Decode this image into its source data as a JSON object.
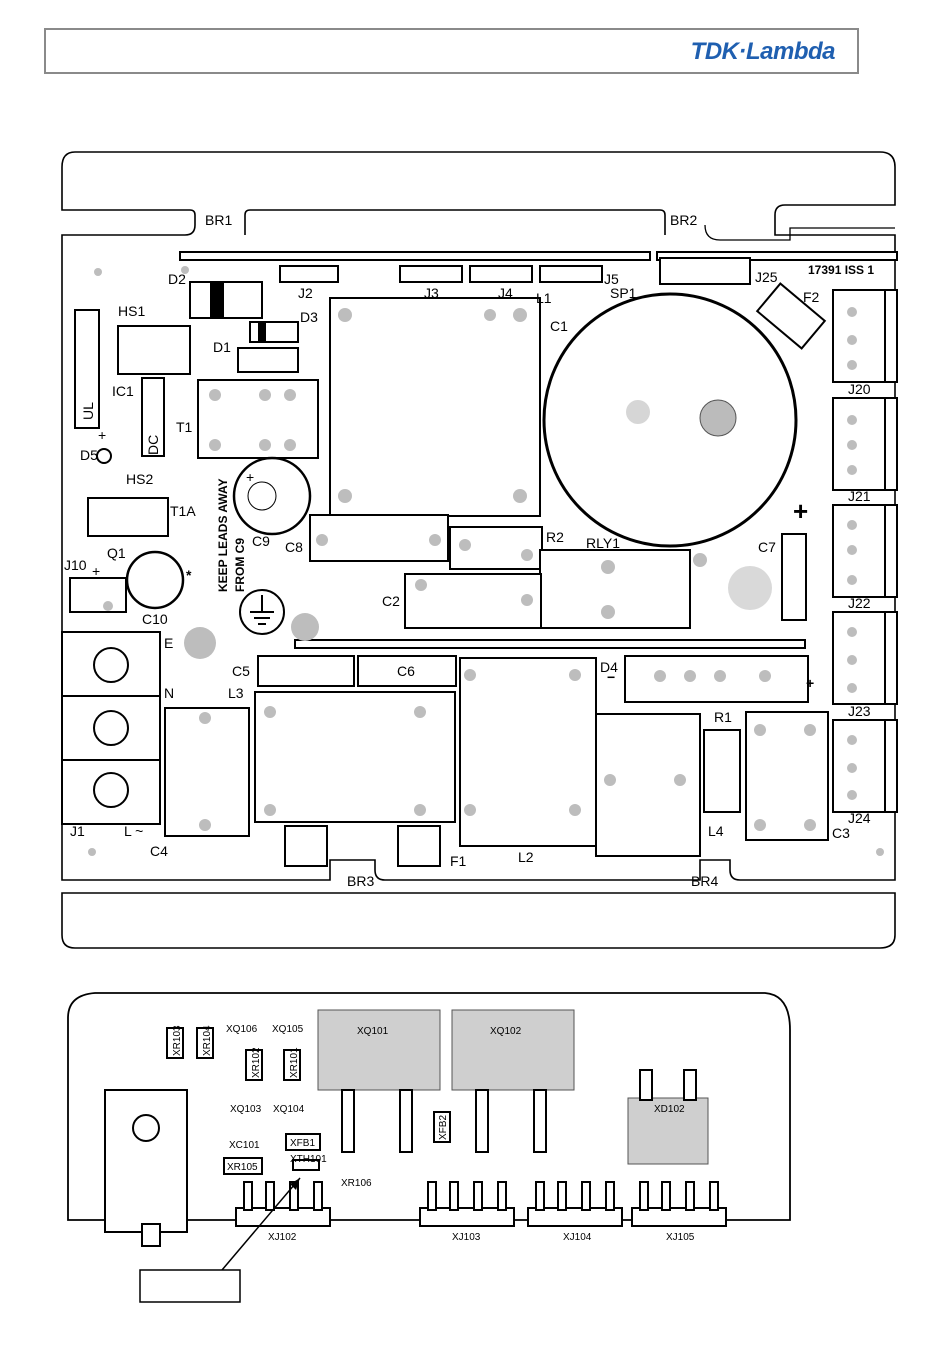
{
  "header": {
    "logo": "TDK·Lambda"
  },
  "top_board": {
    "labels": {
      "br1": "BR1",
      "br2": "BR2",
      "br3": "BR3",
      "br4": "BR4",
      "d2": "D2",
      "j2": "J2",
      "j3": "J3",
      "j4": "J4",
      "l1": "L1",
      "j5": "J5",
      "sp1": "SP1",
      "j25": "J25",
      "board_id": "17391 ISS 1",
      "f2": "F2",
      "hs1": "HS1",
      "d3": "D3",
      "d1": "D1",
      "c1": "C1",
      "ic1": "IC1",
      "ul": "UL",
      "dc": "DC",
      "t1": "T1",
      "d5": "D5",
      "hs2": "HS2",
      "t1a": "T1A",
      "q1": "Q1",
      "keep_leads_1": "KEEP LEADS AWAY",
      "keep_leads_2": "FROM C9",
      "c9": "C9",
      "c8": "C8",
      "r2": "R2",
      "rly1": "RLY1",
      "c7": "C7",
      "j20": "J20",
      "j21": "J21",
      "j22": "J22",
      "j23": "J23",
      "j24": "J24",
      "j10": "J10",
      "c10": "C10",
      "c2": "C2",
      "e": "E",
      "n": "N",
      "l": "L ~",
      "c5": "C5",
      "c6": "C6",
      "d4": "D4",
      "l3": "L3",
      "r1": "R1",
      "l4": "L4",
      "c3": "C3",
      "j1": "J1",
      "c4": "C4",
      "f1": "F1",
      "l2": "L2",
      "plus": "+",
      "minus": "−",
      "star": "*"
    }
  },
  "bottom_board": {
    "labels": {
      "xr103": "XR103",
      "xr104": "XR104",
      "xq106": "XQ106",
      "xq105": "XQ105",
      "xq101": "XQ101",
      "xq102": "XQ102",
      "xr102": "XR102",
      "xr101": "XR101",
      "xq103": "XQ103",
      "xq104": "XQ104",
      "xfb2": "XFB2",
      "xd102": "XD102",
      "xc101": "XC101",
      "xfb1": "XFB1",
      "xth101": "XTH101",
      "xr105": "XR105",
      "xr106": "XR106",
      "xj102": "XJ102",
      "xj103": "XJ103",
      "xj104": "XJ104",
      "xj105": "XJ105"
    }
  }
}
